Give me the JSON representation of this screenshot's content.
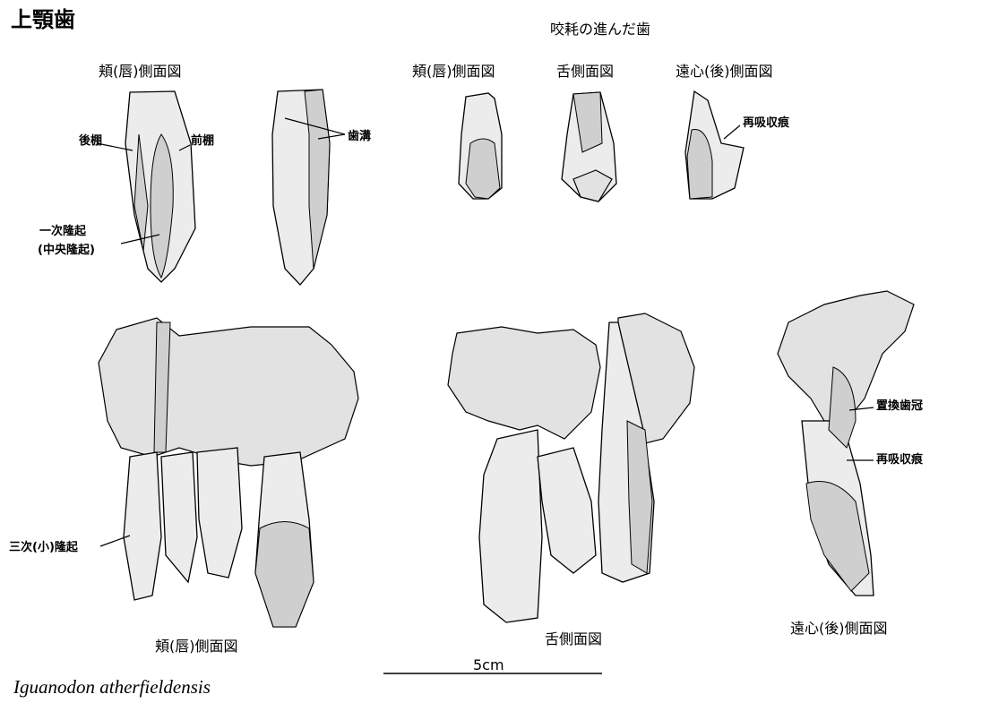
{
  "title": "上顎歯",
  "worn_teeth_heading": "咬耗の進んだ歯",
  "top_views": {
    "buccal": "頬(唇)側面図",
    "worn_buccal": "頬(唇)側面図",
    "worn_lingual": "舌側面図",
    "worn_distal": "遠心(後)側面図"
  },
  "annotations": {
    "posterior_shelf": "後棚",
    "anterior_shelf": "前棚",
    "groove": "歯溝",
    "primary_ridge": "一次隆起",
    "central_ridge": "(中央隆起)",
    "resorption_top": "再吸収痕",
    "replacement_crown": "置換歯冠",
    "resorption_bottom": "再吸収痕",
    "tertiary_ridge": "三次(小)隆起"
  },
  "bottom_views": {
    "buccal": "頬(唇)側面図",
    "lingual": "舌側面図",
    "distal": "遠心(後)側面図"
  },
  "scale_bar": {
    "label": "5cm"
  },
  "species": "Iguanodon atherfieldensis"
}
